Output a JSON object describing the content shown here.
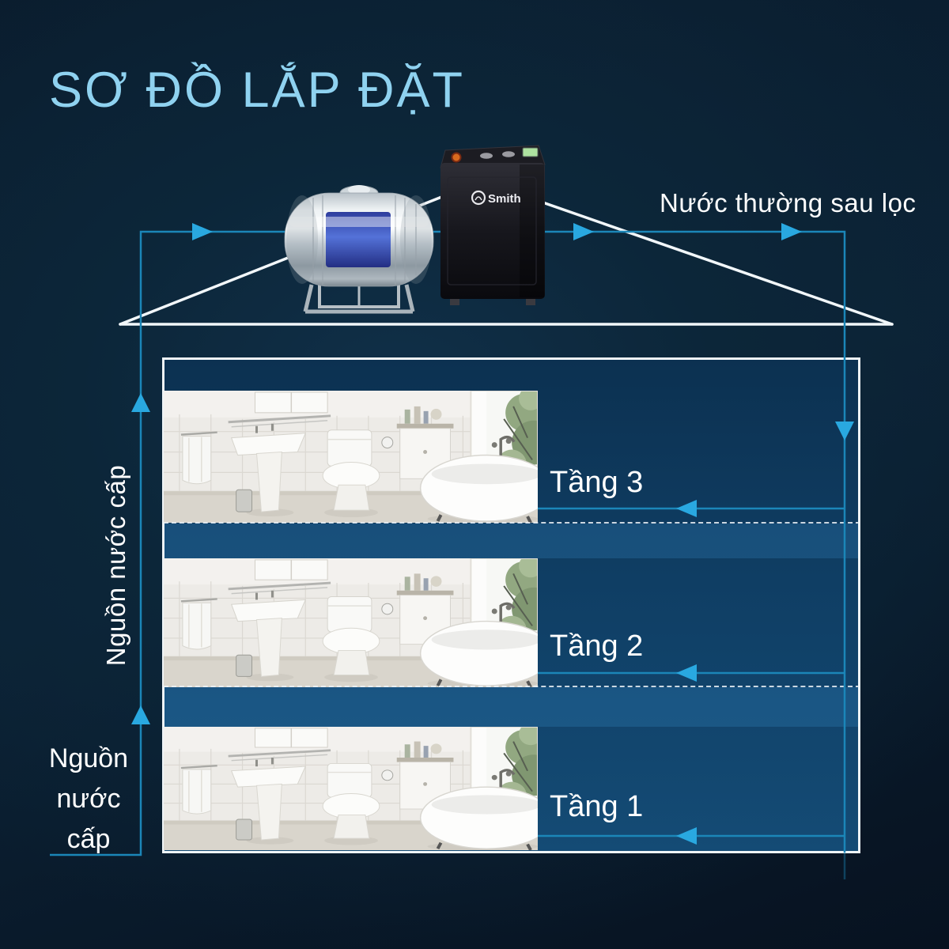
{
  "title": "SƠ ĐỒ LẮP ĐẶT",
  "labels": {
    "filtered_water": "Nước thường sau lọc",
    "supply_left": "Nguồn nước cấp",
    "supply_bottom": "Nguồn nước cấp"
  },
  "floors": [
    {
      "label": "Tầng 3"
    },
    {
      "label": "Tầng 2"
    },
    {
      "label": "Tầng 1"
    }
  ],
  "equipment": {
    "filter_brand": "Smith"
  },
  "colors": {
    "accent": "#29a8e0",
    "pipe": "#1b86b8",
    "title": "#8fd2f0",
    "roof": "#f2f7fa",
    "background": "#0b2134",
    "house": "#11436b"
  }
}
